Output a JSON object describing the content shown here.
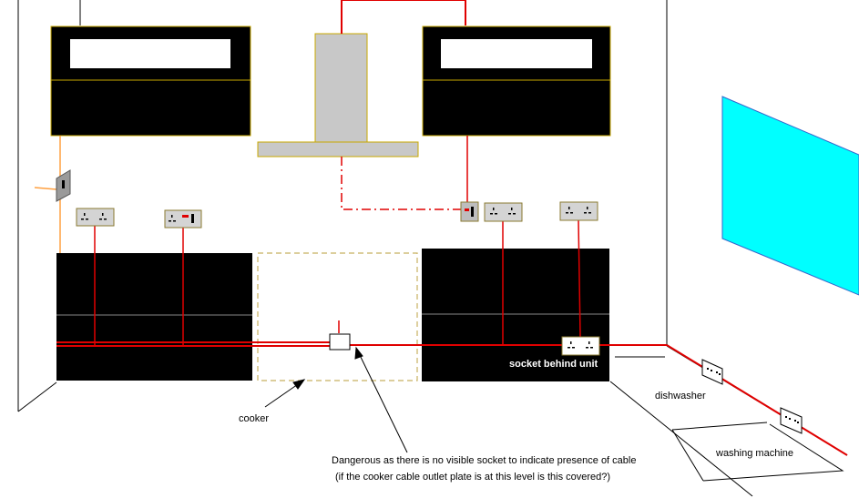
{
  "labels": {
    "socket_behind_unit": "socket behind unit",
    "dishwasher": "dishwasher",
    "washing_machine": "washing machine",
    "cooker": "cooker",
    "warning_line1": "Dangerous as there is no visible socket to indicate presence of cable",
    "warning_line2": "(if the cooker cable outlet plate is at this level is this covered?)"
  },
  "colors": {
    "cable": "#e00000",
    "cabinet": "#000000",
    "hood": "#c8c8c8",
    "window": "#00ffff",
    "socket_plate": "#d4d4d4",
    "orange_cable": "#ffa040"
  }
}
